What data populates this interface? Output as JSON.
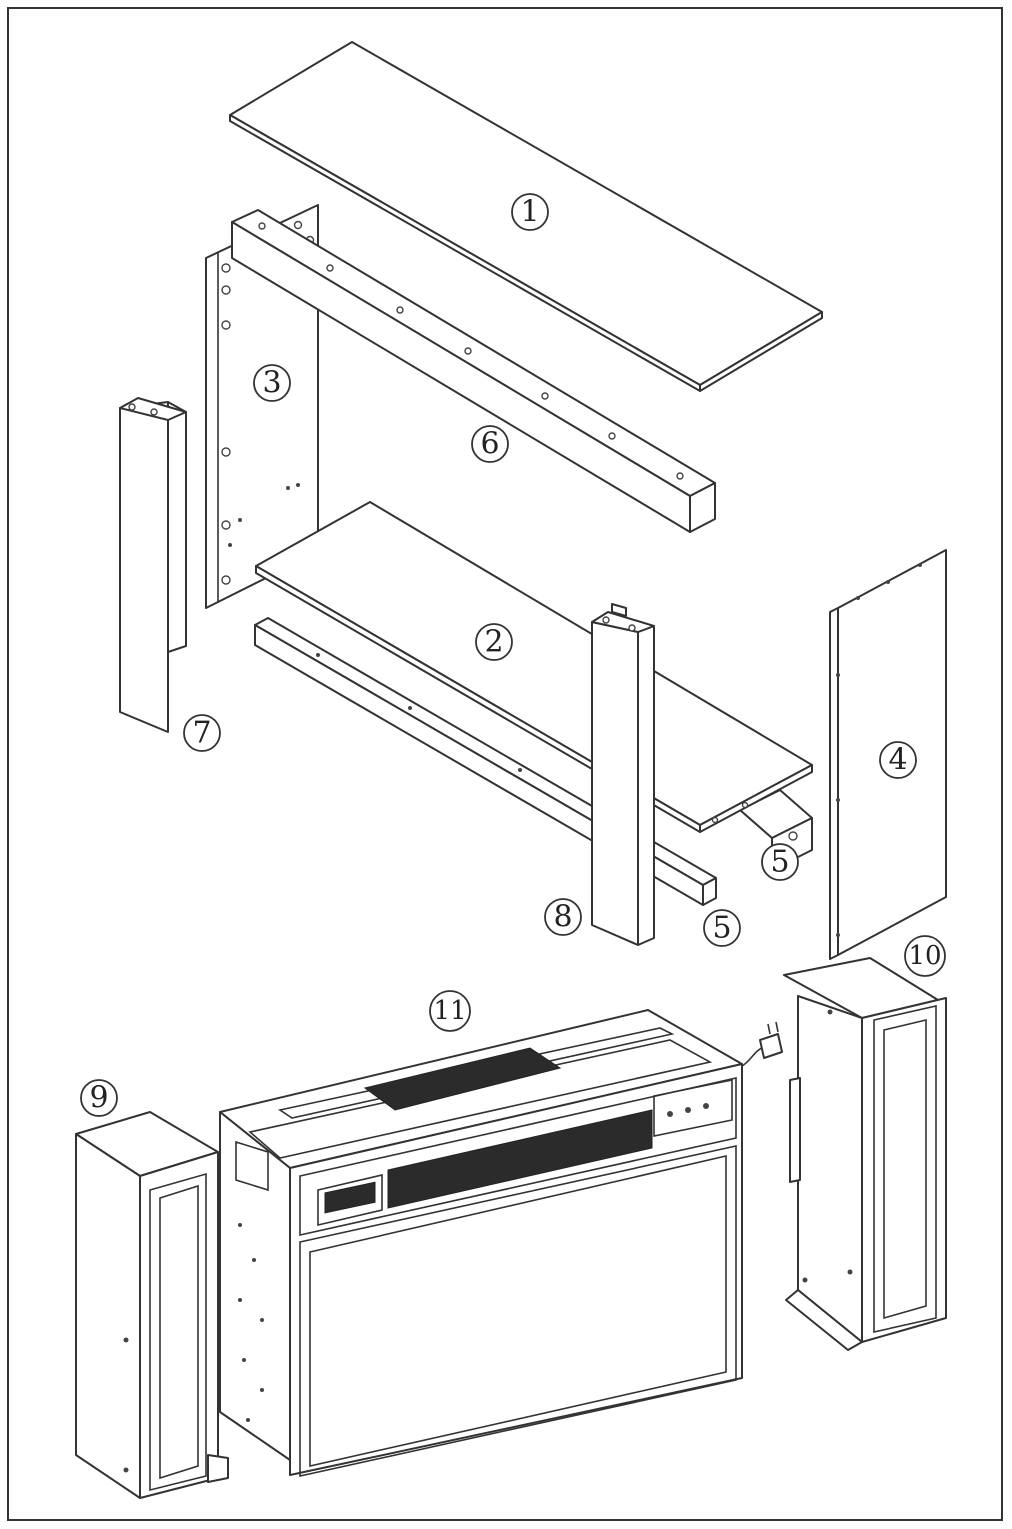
{
  "callouts": [
    {
      "id": "1",
      "label": "1"
    },
    {
      "id": "2",
      "label": "2"
    },
    {
      "id": "3",
      "label": "3"
    },
    {
      "id": "4",
      "label": "4"
    },
    {
      "id": "5a",
      "label": "5"
    },
    {
      "id": "5b",
      "label": "5"
    },
    {
      "id": "6",
      "label": "6"
    },
    {
      "id": "7",
      "label": "7"
    },
    {
      "id": "8",
      "label": "8"
    },
    {
      "id": "9",
      "label": "9"
    },
    {
      "id": "10",
      "label": "10"
    },
    {
      "id": "11",
      "label": "11"
    }
  ],
  "parts": {
    "1": "top-board",
    "2": "bottom-shelf",
    "3": "left-side-panel",
    "4": "right-side-panel",
    "5": "support-rails",
    "6": "front-top-rail",
    "7": "left-leg",
    "8": "right-leg",
    "9": "left-housing",
    "10": "right-housing",
    "11": "fireplace-insert"
  },
  "colors": {
    "line": "#333333",
    "background": "#ffffff",
    "vent": "#2b2b2b"
  }
}
